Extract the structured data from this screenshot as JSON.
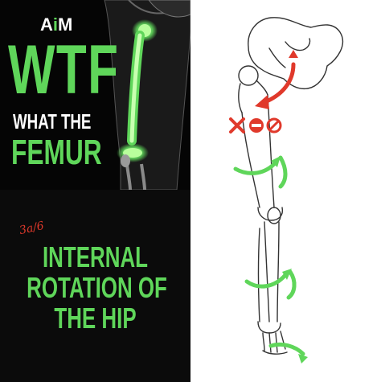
{
  "branding": {
    "logo_prefix": "A",
    "logo_dot": "i",
    "logo_suffix": "M"
  },
  "header": {
    "acronym": "WTF",
    "expansion_line1": "WHAT THE",
    "expansion_line2": "FEMUR"
  },
  "episode": {
    "part": "3a/6"
  },
  "topic": {
    "line1": "INTERNAL",
    "line2": "ROTATION OF",
    "line3": "THE HIP"
  },
  "colors": {
    "accent_green": "#5fd65a",
    "warning_red": "#e0392b",
    "background_dark": "#050505"
  },
  "icons": [
    "x-icon",
    "no-entry-icon",
    "prohibited-icon",
    "rotation-arrow-icon"
  ]
}
